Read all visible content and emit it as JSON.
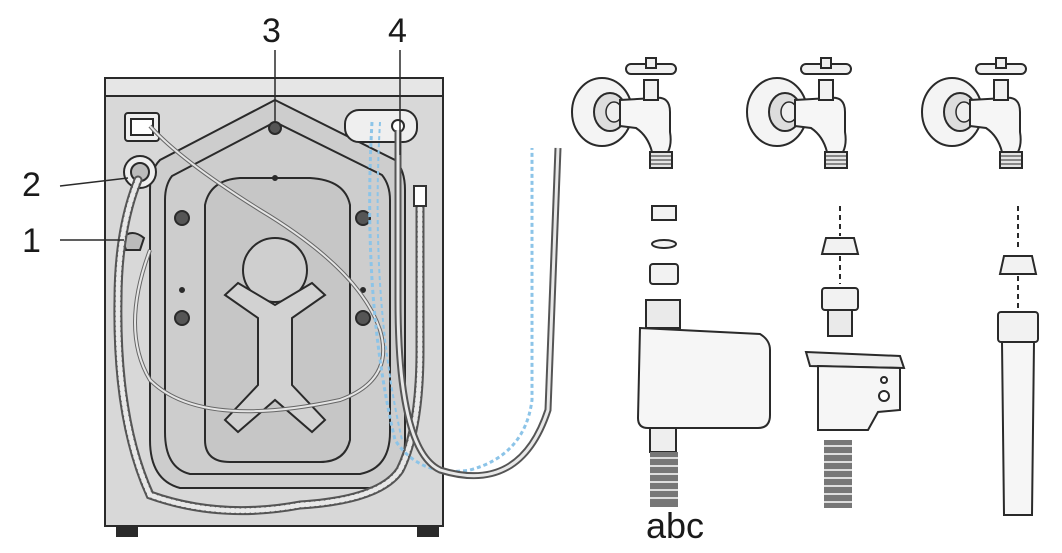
{
  "callouts": {
    "label_1": "1",
    "label_2": "2",
    "label_3": "3",
    "label_4": "4"
  },
  "caption": "abc",
  "colors": {
    "machine_body": "#d8d8d8",
    "line": "#2a2a2a",
    "hose_blue_dashed": "#8cc4e8",
    "background": "#ffffff"
  }
}
